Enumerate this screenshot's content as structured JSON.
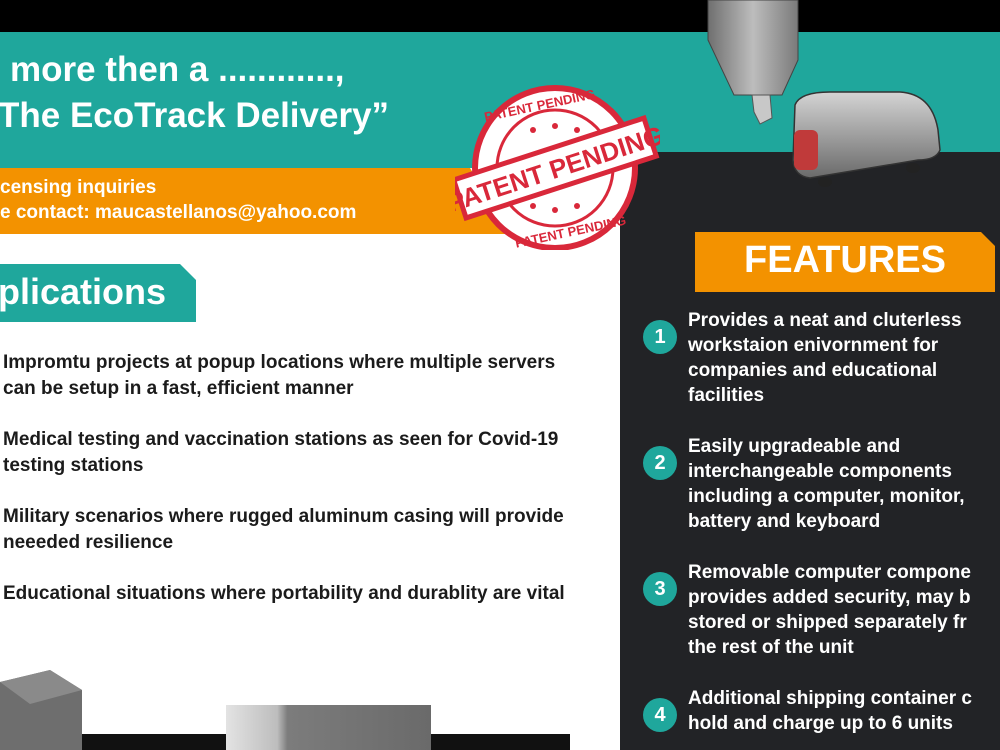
{
  "header": {
    "headline_line1": "more then a ............,",
    "headline_line2": "The EcoTrack Delivery”",
    "contact_line1": "censing inquiries",
    "contact_line2": "e contact: maucastellanos@yahoo.com"
  },
  "stamp": {
    "text_main": "PATENT PENDING",
    "text_ring_top": "PATENT PENDING",
    "text_ring_bottom": "PATENT PENDING"
  },
  "applications": {
    "title": "plications",
    "items": [
      "Impromtu projects at popup locations where multiple servers can be setup in a fast, efficient manner",
      "Medical testing and vaccination stations as seen for Covid-19 testing stations",
      "Military scenarios where rugged aluminum casing will provide neeeded resilience",
      "Educational situations where portability and durablity are vital"
    ]
  },
  "features": {
    "title": "FEATURES",
    "items": [
      {
        "num": "1",
        "line1": "Provides a neat and cluterless",
        "line2": "workstaion enivornment for",
        "line3": "companies and educational",
        "line4": "facilities"
      },
      {
        "num": "2",
        "line1": "Easily upgradeable and",
        "line2": "interchangeable components",
        "line3": "including a computer, monitor,",
        "line4": "battery and keyboard"
      },
      {
        "num": "3",
        "line1": "Removable computer compone",
        "line2": "provides added security, may b",
        "line3": "stored or shipped separately fr",
        "line4": "the rest of the unit"
      },
      {
        "num": "4",
        "line1": "Additional shipping container c",
        "line2": "hold and charge up to 6 units",
        "line3": "",
        "line4": ""
      }
    ]
  },
  "colors": {
    "teal": "#1fa79c",
    "orange": "#f39200",
    "dark": "#222326",
    "stamp_red": "#d9283a"
  }
}
